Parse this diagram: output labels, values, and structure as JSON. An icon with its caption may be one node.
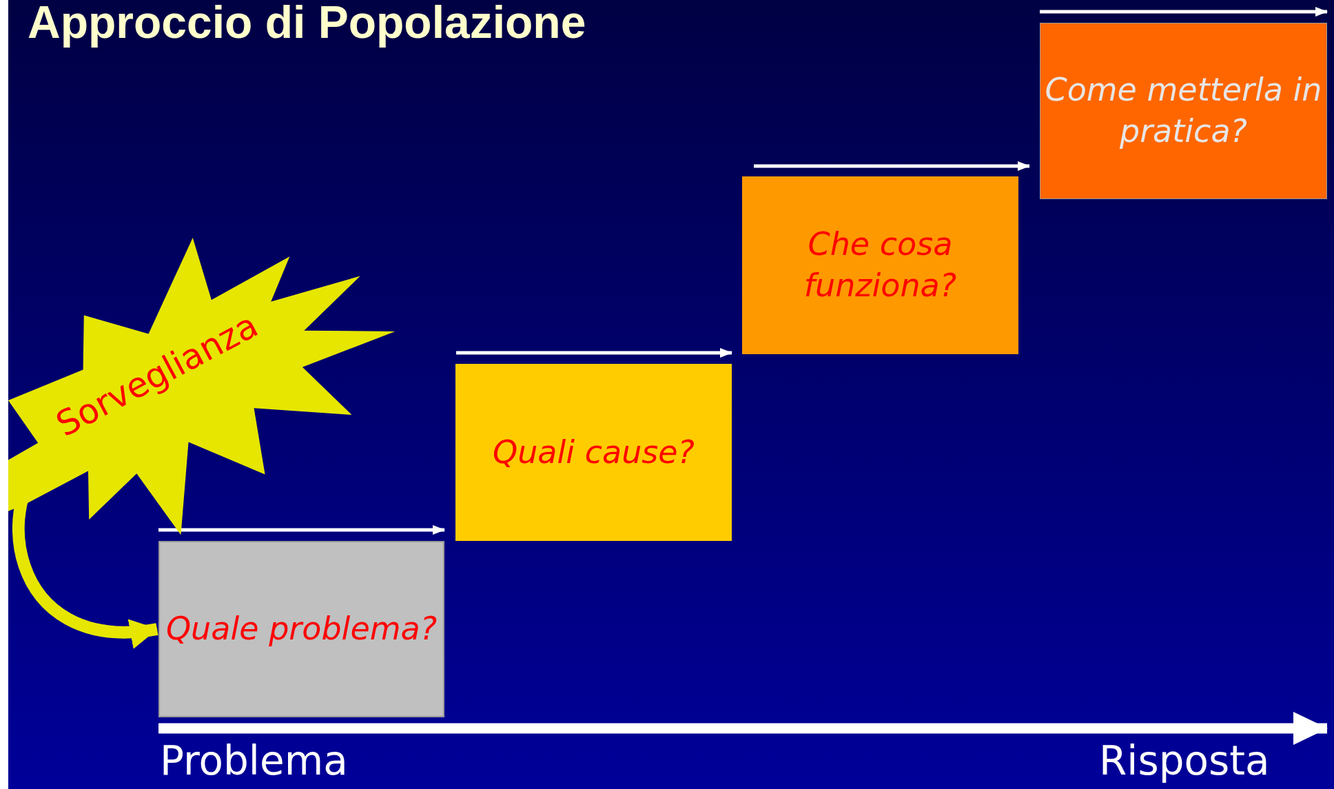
{
  "diagram": {
    "title": "Approccio di Popolazione",
    "nodes": [
      {
        "text": [
          "Sorveglianza"
        ]
      },
      {
        "text": [
          "Quale problema?"
        ]
      },
      {
        "text": [
          "Quali cause?"
        ]
      },
      {
        "text": [
          "Che cosa funziona?"
        ]
      },
      {
        "text": [
          "Come metterla in pratica?"
        ]
      }
    ],
    "edges": [
      {
        "from": 0,
        "to": 1,
        "arrow": "to"
      }
    ],
    "labels": [
      "Problema",
      "Risposta"
    ]
  }
}
